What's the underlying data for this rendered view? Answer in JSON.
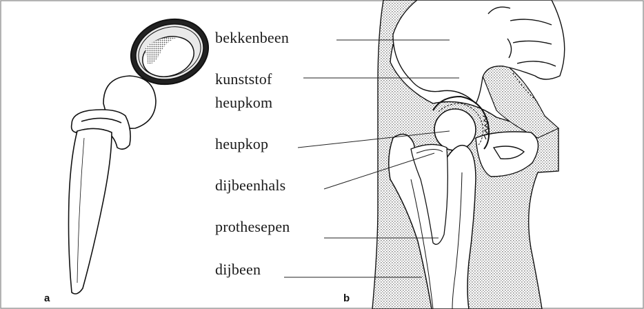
{
  "panels": {
    "a": "a",
    "b": "b"
  },
  "labels": {
    "bekkenbeen": "bekkenbeen",
    "kunststof": "kunststof",
    "heupkom": "heupkom",
    "heupkop": "heupkop",
    "dijbeenhals": "dijbeenhals",
    "prothesepen": "prothesepen",
    "dijbeen": "dijbeen"
  },
  "colors": {
    "ink": "#1a1a1a",
    "bone_fill": "#ffffff",
    "stipple": "#bdbdbd",
    "border": "#9a9a9a"
  }
}
